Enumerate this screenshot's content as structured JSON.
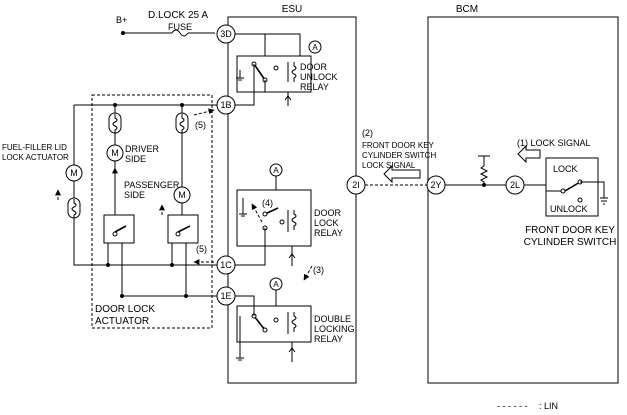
{
  "units": {
    "esu": "ESU",
    "bcm": "BCM"
  },
  "supply": {
    "bplus": "B+",
    "fuse_name": "D.LOCK 25 A",
    "fuse_word": "FUSE"
  },
  "terminals": {
    "t3d": "3D",
    "t1b": "1B",
    "t1c": "1C",
    "t1e": "1E",
    "t2i": "2I",
    "t2y": "2Y",
    "t2l": "2L",
    "a1": "A",
    "a2": "A",
    "a3": "A"
  },
  "relays": {
    "unlock": [
      "DOOR",
      "UNLOCK",
      "RELAY"
    ],
    "lock": [
      "DOOR",
      "LOCK",
      "RELAY"
    ],
    "double": [
      "DOUBLE",
      "LOCKING",
      "RELAY"
    ]
  },
  "actuator": {
    "motor": "M",
    "driver": [
      "DRIVER",
      "SIDE"
    ],
    "passenger": [
      "PASSENGER",
      "SIDE"
    ],
    "title": [
      "DOOR LOCK",
      "ACTUATOR"
    ],
    "fuel": [
      "FUEL-FILLER LID",
      "LOCK ACTUATOR"
    ]
  },
  "signals": {
    "front_key": [
      "(2)",
      "FRONT DOOR KEY",
      "CYLINDER SWITCH",
      "LOCK SIGNAL"
    ],
    "lock_signal": "(1) LOCK SIGNAL",
    "n3": "(3)",
    "n4": "(4)",
    "n5a": "(5)",
    "n5b": "(5)"
  },
  "key_switch": {
    "lock": "LOCK",
    "unlock": "UNLOCK",
    "name": [
      "FRONT DOOR KEY",
      "CYLINDER SWITCH"
    ]
  },
  "legend": {
    "line": "- - - - - -",
    "text": ": LIN"
  }
}
